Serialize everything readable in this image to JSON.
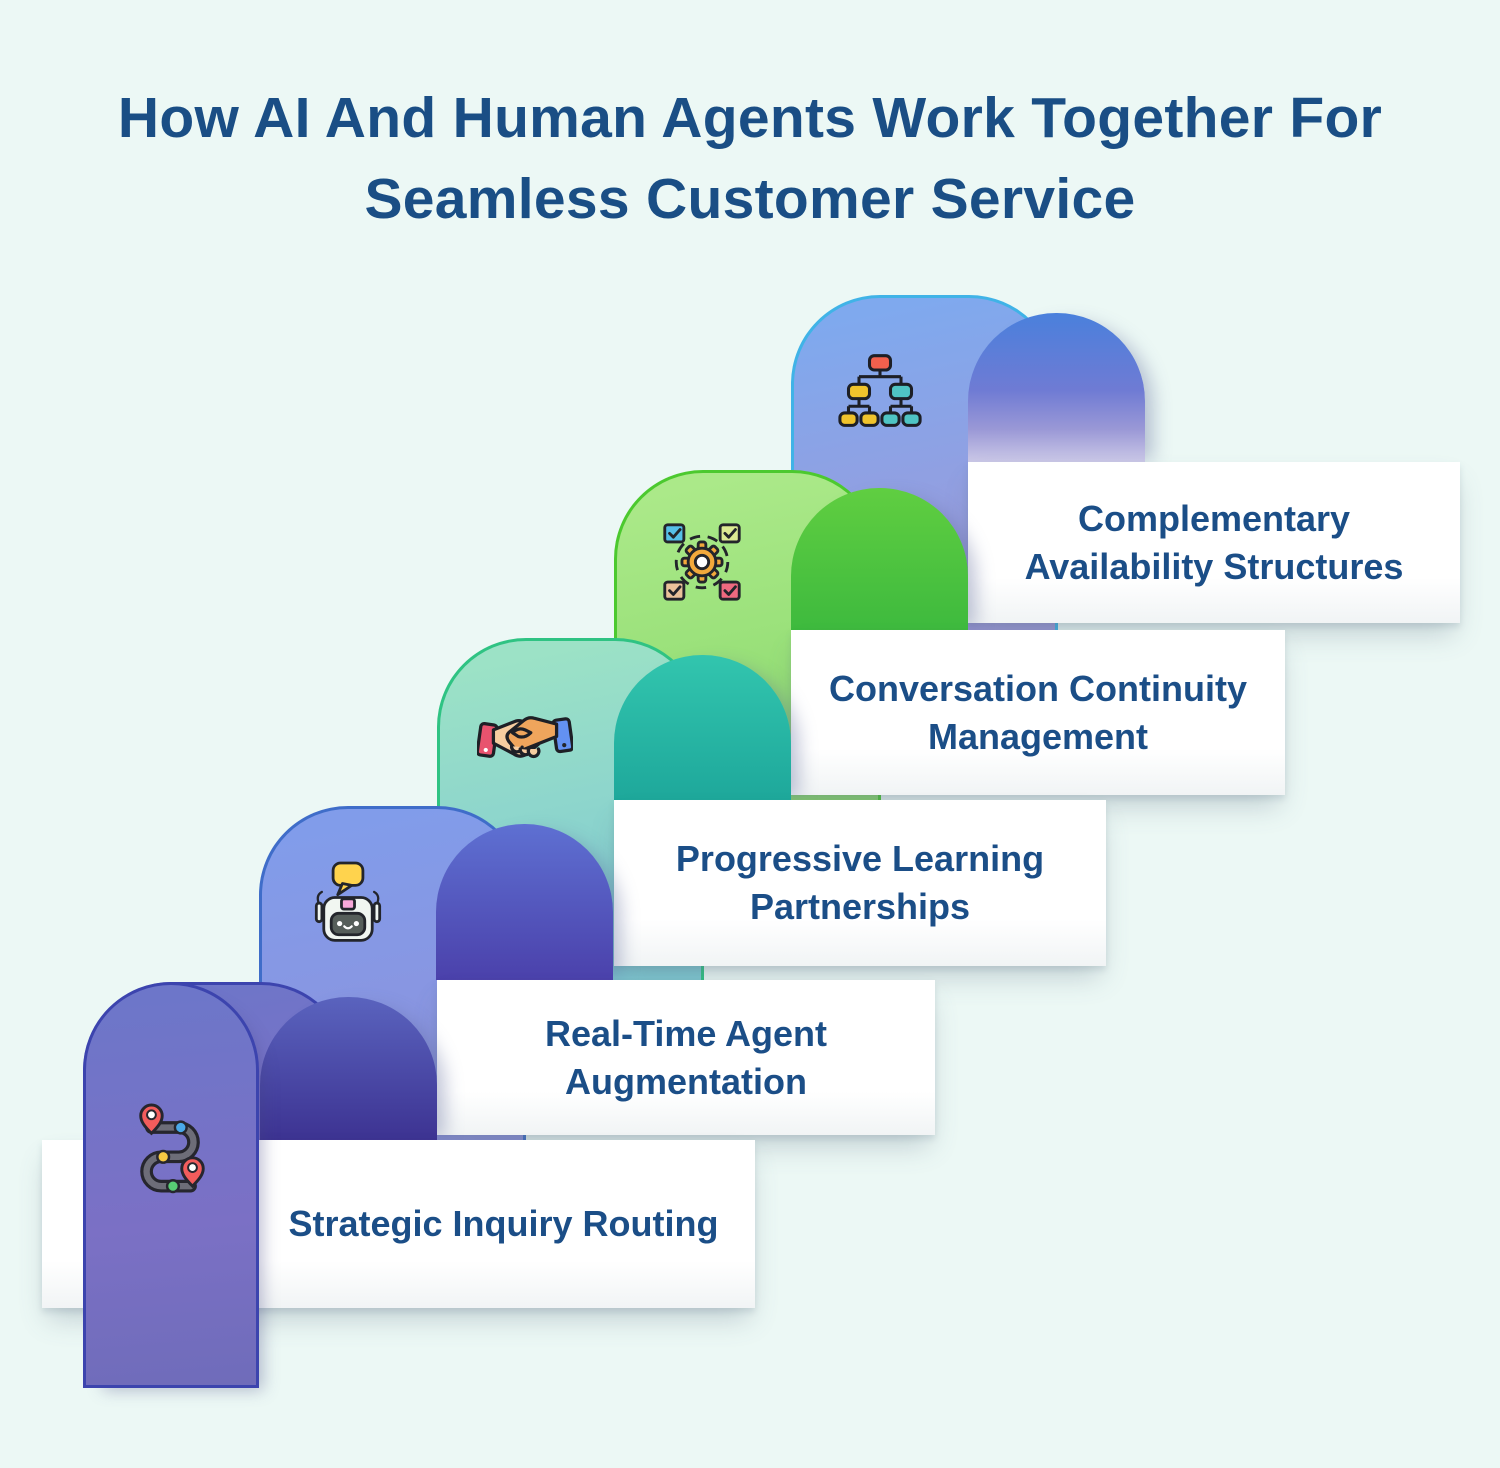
{
  "title": {
    "line1": "How AI And Human Agents Work Together For",
    "line2": "Seamless Customer Service"
  },
  "steps": [
    {
      "label": "Strategic Inquiry Routing",
      "icon": "route-icon",
      "front_from": "#6d76c9",
      "front_to": "#7b70c5",
      "stroke": "#3c44ae",
      "dome_from": "#5a63be",
      "dome_to": "#3d3392"
    },
    {
      "label": "Real-Time Agent Augmentation",
      "icon": "chatbot-icon",
      "front_from": "#819cea",
      "front_to": "#8d92dc",
      "stroke": "#3f6dc9",
      "dome_from": "#5e70d2",
      "dome_to": "#4b41ab"
    },
    {
      "label": "Progressive Learning Partnerships",
      "icon": "handshake-icon",
      "front_from": "#9ce2c6",
      "front_to": "#7fc9d2",
      "stroke": "#2fc383",
      "dome_from": "#32c5ae",
      "dome_to": "#1ea89b"
    },
    {
      "label": "Conversation Continuity Management",
      "icon": "gear-checklist-icon",
      "front_from": "#abe989",
      "front_to": "#8cda6e",
      "stroke": "#4cc92f",
      "dome_from": "#60ce41",
      "dome_to": "#3eba3e"
    },
    {
      "label": "Complementary Availability Structures",
      "icon": "org-chart-icon",
      "front_from": "#7fa9ee",
      "front_to": "#9d99d9",
      "stroke": "#40b3e7",
      "dome_from": "#4a80dc",
      "dome_to": "#cbc8e7"
    }
  ],
  "colors": {
    "background": "#ecf8f5",
    "heading_text": "#1a4e85",
    "card_text": "#1b4e87",
    "card_background": "#ffffff"
  }
}
